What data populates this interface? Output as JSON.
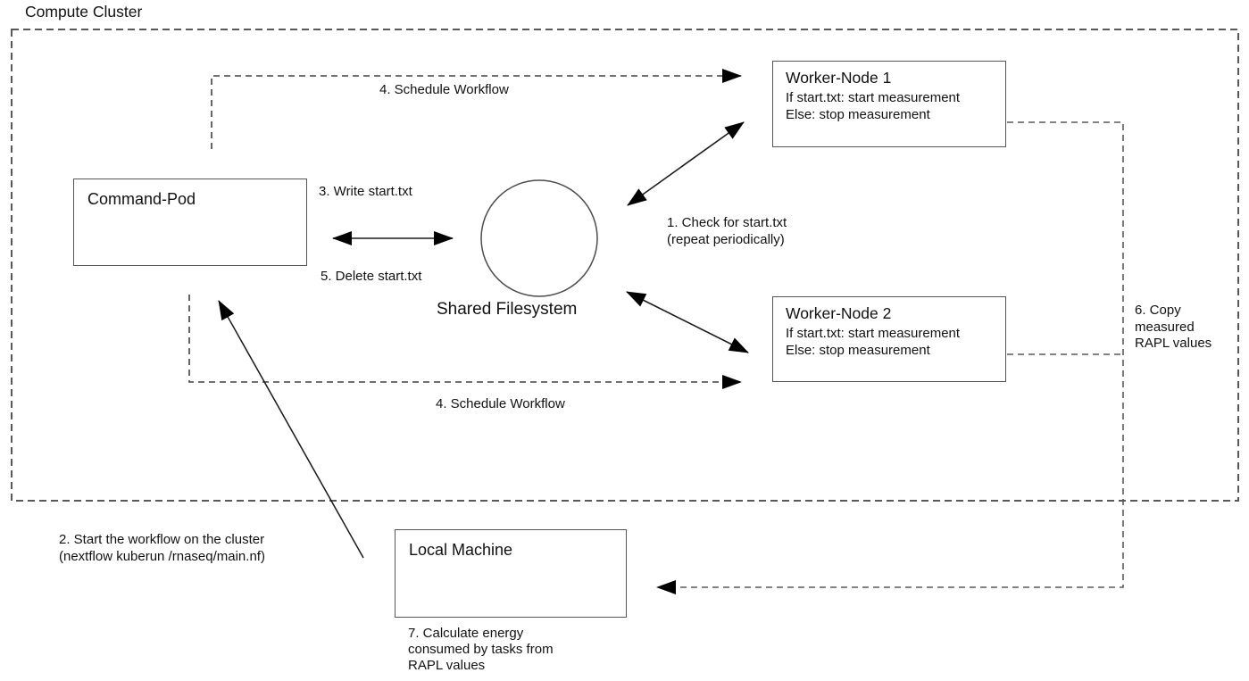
{
  "title": "Compute Cluster",
  "nodes": {
    "command_pod": {
      "label": "Command-Pod"
    },
    "shared_filesystem": {
      "label": "Shared Filesystem"
    },
    "worker_node_1": {
      "title": "Worker-Node 1",
      "behavior": "If start.txt: start measurement\nElse: stop measurement"
    },
    "worker_node_2": {
      "title": "Worker-Node 2",
      "behavior": "If start.txt: start measurement\nElse: stop measurement"
    },
    "local_machine": {
      "label": "Local Machine"
    }
  },
  "labels": {
    "check_start": "1. Check for start.txt\n(repeat periodically)",
    "start_workflow": "2. Start the workflow on the cluster\n(nextflow kuberun /rnaseq/main.nf)",
    "write_start": "3. Write start.txt",
    "schedule_top": "4. Schedule Workflow",
    "schedule_bottom": "4. Schedule Workflow",
    "delete_start": "5. Delete start.txt",
    "copy_rapl": "6. Copy\nmeasured\nRAPL values",
    "calc_energy": "7. Calculate energy\nconsumed by tasks from\nRAPL values"
  },
  "colors": {
    "background": "#ffffff",
    "text": "#111111",
    "box_border": "#555555",
    "cluster_border": "#595959",
    "arrow": "#000000"
  }
}
